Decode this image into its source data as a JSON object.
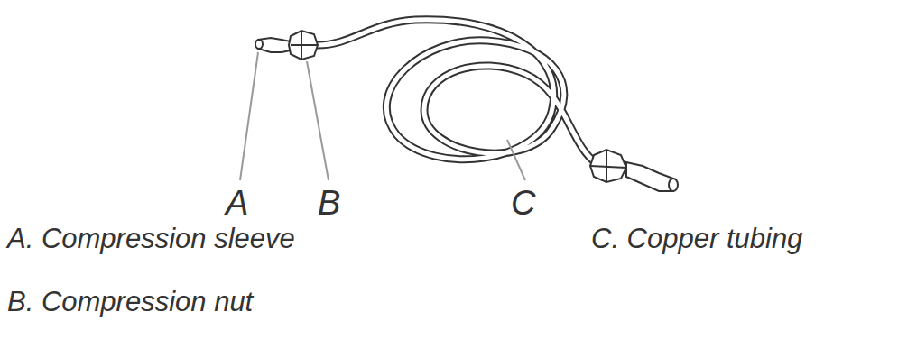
{
  "diagram": {
    "labels": [
      "A",
      "B",
      "C",
      "A. Compression sleeve",
      "C. Copper tubing",
      "B. Compression nut"
    ]
  }
}
